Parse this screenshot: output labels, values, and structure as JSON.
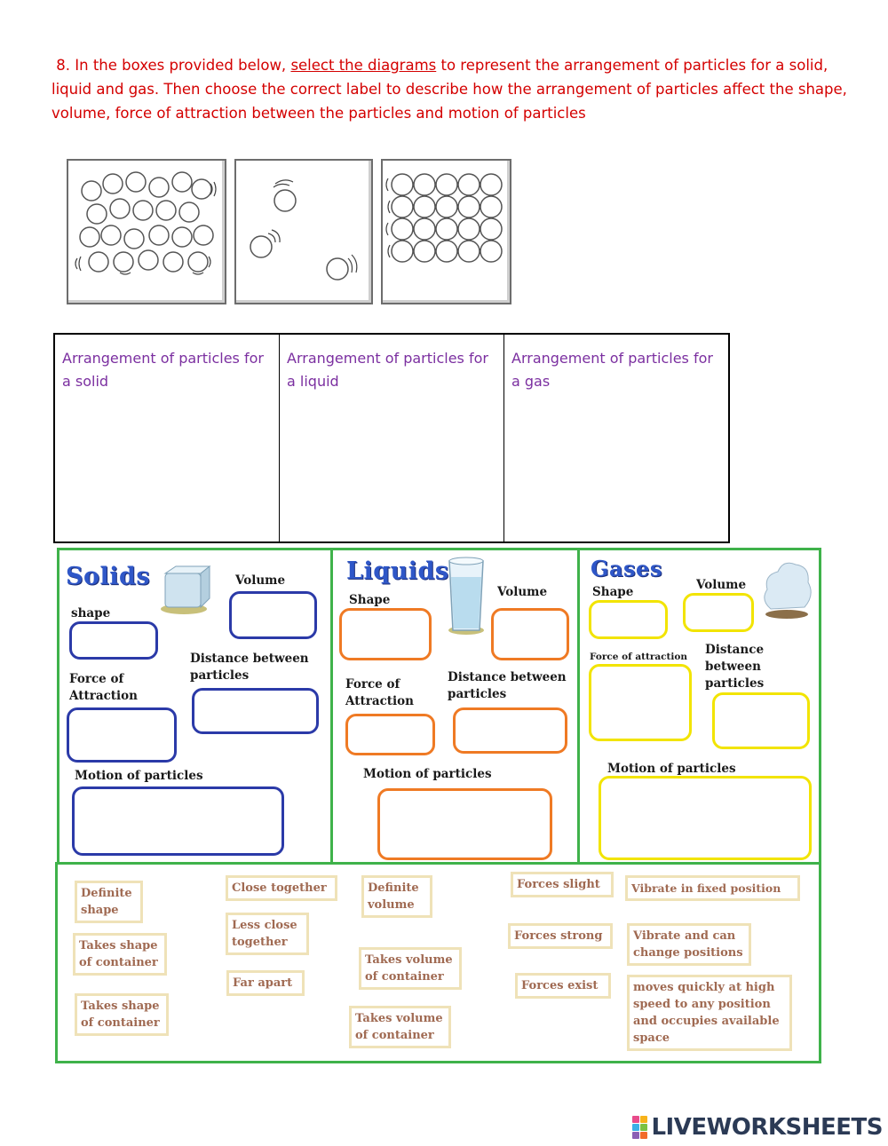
{
  "instruction": {
    "number": "8.",
    "part1": "In the boxes provided below,",
    "link": "select the diagrams",
    "part2": "to represent the arrangement of particles for a solid, liquid and gas.  Then choose the correct label to describe how the arrangement of particles affect the shape, volume, force of attraction between the particles and motion of particles"
  },
  "arrangement_boxes": [
    {
      "label": "Arrangement of particles for a solid"
    },
    {
      "label": "Arrangement of particles for a liquid"
    },
    {
      "label": "Arrangement of particles for a gas"
    }
  ],
  "solids": {
    "title": "Solids",
    "volume": "Volume",
    "shape": "shape",
    "distance": "Distance between particles",
    "force": "Force of Attraction",
    "motion": "Motion of particles"
  },
  "liquids": {
    "title": "Liquids",
    "shape": "Shape",
    "volume": "Volume",
    "force": "Force of Attraction",
    "distance": "Distance between particles",
    "motion": "Motion of particles"
  },
  "gases": {
    "title": "Gases",
    "shape": "Shape",
    "volume": "Volume",
    "force": "Force of attraction",
    "distance": "Distance between particles",
    "motion": "Motion of particles"
  },
  "options": [
    "Definite shape",
    "Takes shape of container",
    "Takes shape of container",
    "Close together",
    "Less close together",
    "Far apart",
    "Definite volume",
    "Takes volume of container",
    "Takes volume of container",
    "Forces slight",
    "Forces strong",
    "Forces exist",
    "Vibrate in fixed position",
    "Vibrate and can change positions",
    "moves quickly at high speed to any position and occupies available space"
  ],
  "brand": {
    "name": "LIVEWORKSHEETS"
  },
  "colors": {
    "instruction": "#d40000",
    "heading_purple": "#7b2fa0",
    "panel_border": "#3fb24a",
    "solid_box": "#2b3aa8",
    "liquid_box": "#ef7a24",
    "gas_box": "#f2e400",
    "option_text": "#a06a52"
  }
}
